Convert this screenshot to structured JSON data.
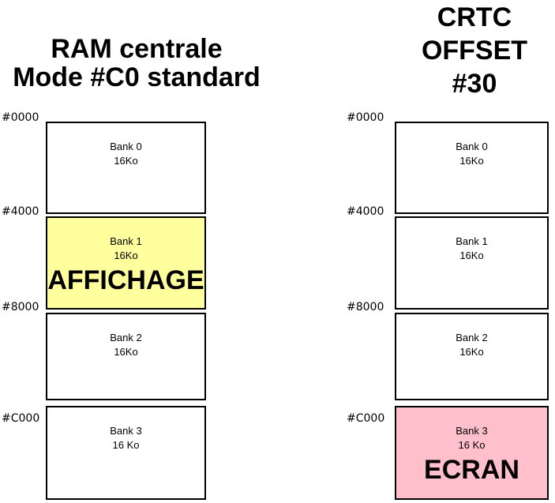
{
  "colors": {
    "background": "#FFFFFF",
    "border": "#000000",
    "affichage_bg": "#FFFF9E",
    "ecran_bg": "#FFC0CB"
  },
  "left": {
    "title_line1": "RAM centrale",
    "title_line2": "Mode #C0 standard",
    "addresses": [
      "#0000",
      "#4000",
      "#8000",
      "#C000"
    ],
    "banks": [
      {
        "name": "Bank 0",
        "size": "16Ko"
      },
      {
        "name": "Bank 1",
        "size": "16Ko",
        "label": "AFFICHAGE"
      },
      {
        "name": "Bank 2",
        "size": "16Ko"
      },
      {
        "name": "Bank 3",
        "size": "16 Ko"
      }
    ]
  },
  "right": {
    "title_line1": "CRTC",
    "title_line2": "OFFSET",
    "title_line3": "#30",
    "addresses": [
      "#0000",
      "#4000",
      "#8000",
      "#C000"
    ],
    "banks": [
      {
        "name": "Bank 0",
        "size": "16Ko"
      },
      {
        "name": "Bank 1",
        "size": "16Ko"
      },
      {
        "name": "Bank 2",
        "size": "16Ko"
      },
      {
        "name": "Bank 3",
        "size": "16 Ko",
        "label": "ECRAN"
      }
    ]
  }
}
